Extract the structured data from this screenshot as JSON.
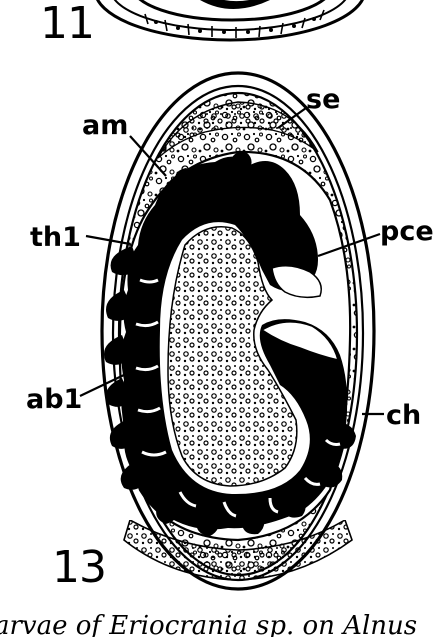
{
  "figure_numbers": {
    "upper": "11",
    "lower": "13"
  },
  "labels": {
    "am": "am",
    "se": "se",
    "th1": "th1",
    "pce": "pce",
    "ab1": "ab1",
    "ch": "ch"
  },
  "caption_fragment": "arvae of Eriocrania sp. on Alnus"
}
